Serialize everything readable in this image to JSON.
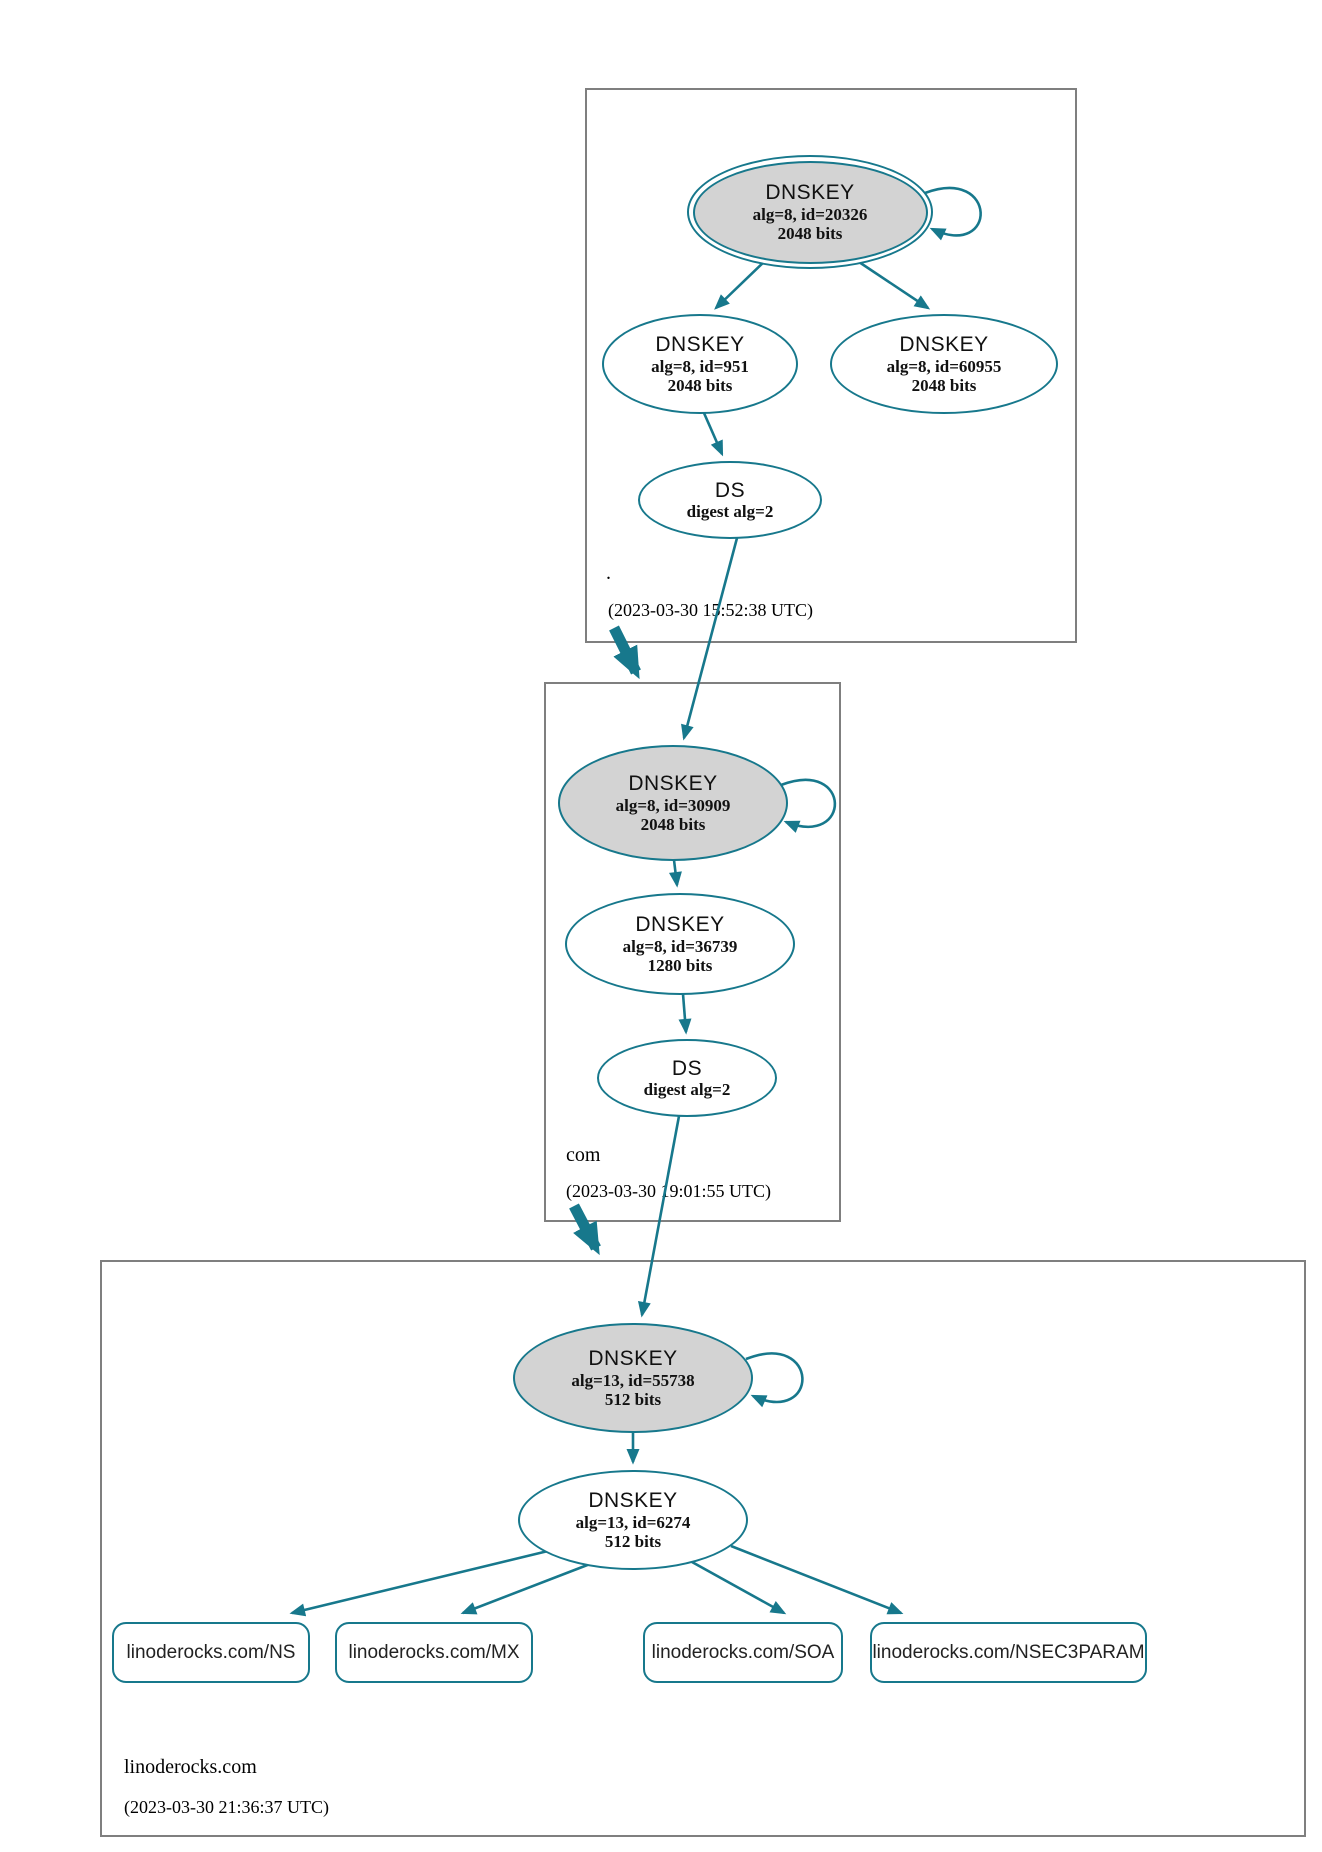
{
  "colors": {
    "teal": "#17788c",
    "node_gray_fill": "#d3d3d3",
    "zone_box_border": "#7f7f7f"
  },
  "zones": {
    "root": {
      "label": ".",
      "timestamp": "(2023-03-30 15:52:38 UTC)"
    },
    "com": {
      "label": "com",
      "timestamp": "(2023-03-30 19:01:55 UTC)"
    },
    "linoderocks": {
      "label": "linoderocks.com",
      "timestamp": "(2023-03-30 21:36:37 UTC)"
    }
  },
  "nodes": {
    "root_ksk": {
      "title": "DNSKEY",
      "detail": "alg=8, id=20326",
      "bits": "2048 bits"
    },
    "root_zsk1": {
      "title": "DNSKEY",
      "detail": "alg=8, id=951",
      "bits": "2048 bits"
    },
    "root_zsk2": {
      "title": "DNSKEY",
      "detail": "alg=8, id=60955",
      "bits": "2048 bits"
    },
    "root_ds": {
      "title": "DS",
      "detail": "digest alg=2"
    },
    "com_ksk": {
      "title": "DNSKEY",
      "detail": "alg=8, id=30909",
      "bits": "2048 bits"
    },
    "com_zsk": {
      "title": "DNSKEY",
      "detail": "alg=8, id=36739",
      "bits": "1280 bits"
    },
    "com_ds": {
      "title": "DS",
      "detail": "digest alg=2"
    },
    "lino_ksk": {
      "title": "DNSKEY",
      "detail": "alg=13, id=55738",
      "bits": "512 bits"
    },
    "lino_zsk": {
      "title": "DNSKEY",
      "detail": "alg=13, id=6274",
      "bits": "512 bits"
    },
    "rrsets": [
      {
        "label": "linoderocks.com/NS"
      },
      {
        "label": "linoderocks.com/MX"
      },
      {
        "label": "linoderocks.com/SOA"
      },
      {
        "label": "linoderocks.com/NSEC3PARAM"
      }
    ]
  }
}
